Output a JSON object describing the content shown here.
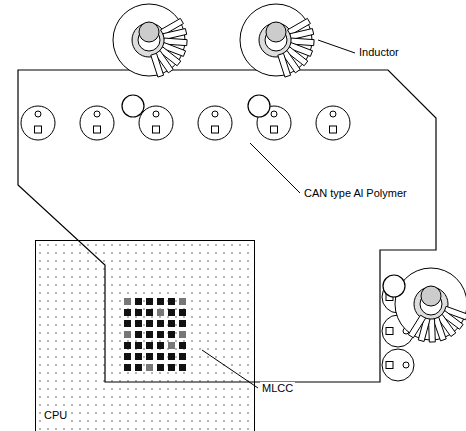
{
  "diagram": {
    "nodes": [
      {
        "text": [
          "CPU"
        ]
      }
    ],
    "labels": [
      "Inductor",
      "CAN type Al Polymer",
      "MLCC"
    ]
  }
}
